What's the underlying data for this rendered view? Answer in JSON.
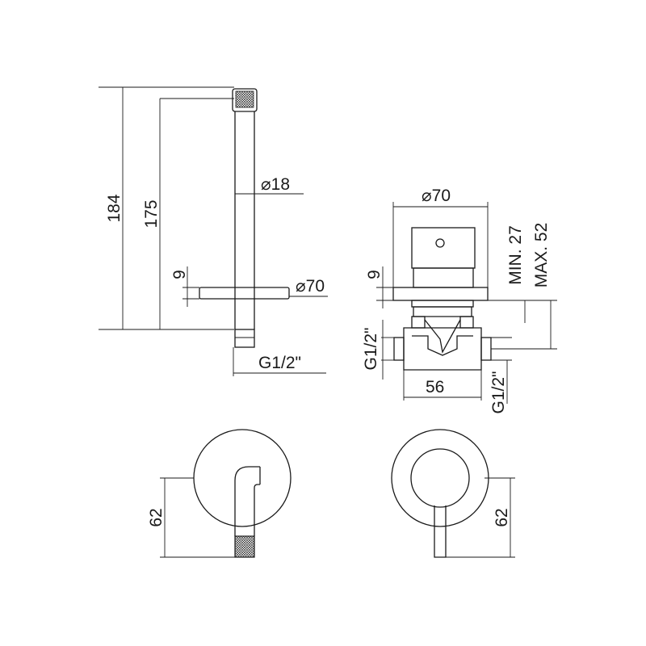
{
  "drawing": {
    "spout_side": {
      "overall_height": "184",
      "spout_height": "175",
      "spout_diameter": "18",
      "plate_thickness": "9",
      "plate_diameter": "70",
      "connection": "G1/2\""
    },
    "valve_side": {
      "plate_diameter": "70",
      "plate_thickness": "9",
      "min_depth": "MIN. 27",
      "max_depth": "MAX. 52",
      "inlet_left": "G1/2\"",
      "body_width": "56",
      "inlet_right": "G1/2\""
    },
    "spout_front": {
      "center_height": "62"
    },
    "valve_front": {
      "center_height": "62"
    }
  },
  "colors": {
    "line": "#1a1a1a",
    "background": "#ffffff"
  }
}
